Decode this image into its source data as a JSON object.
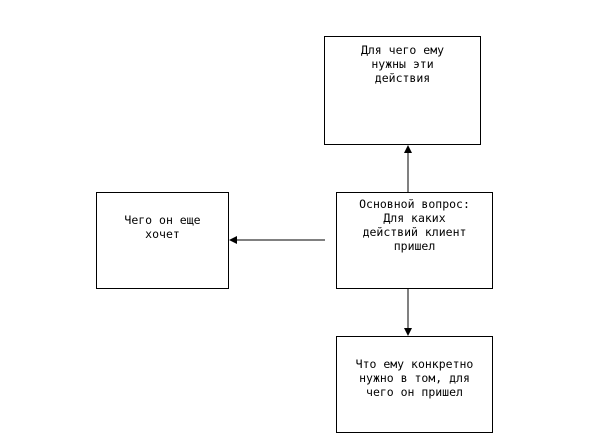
{
  "boxes": {
    "top": "Для чего ему\nнужны эти\nдействия",
    "left": "Чего он еще\nхочет",
    "center": "Основной вопрос:\nДля каких\nдействий клиент\nпришел",
    "bottom": "Что ему конкретно\nнужно в том, для\nчего он пришел"
  }
}
